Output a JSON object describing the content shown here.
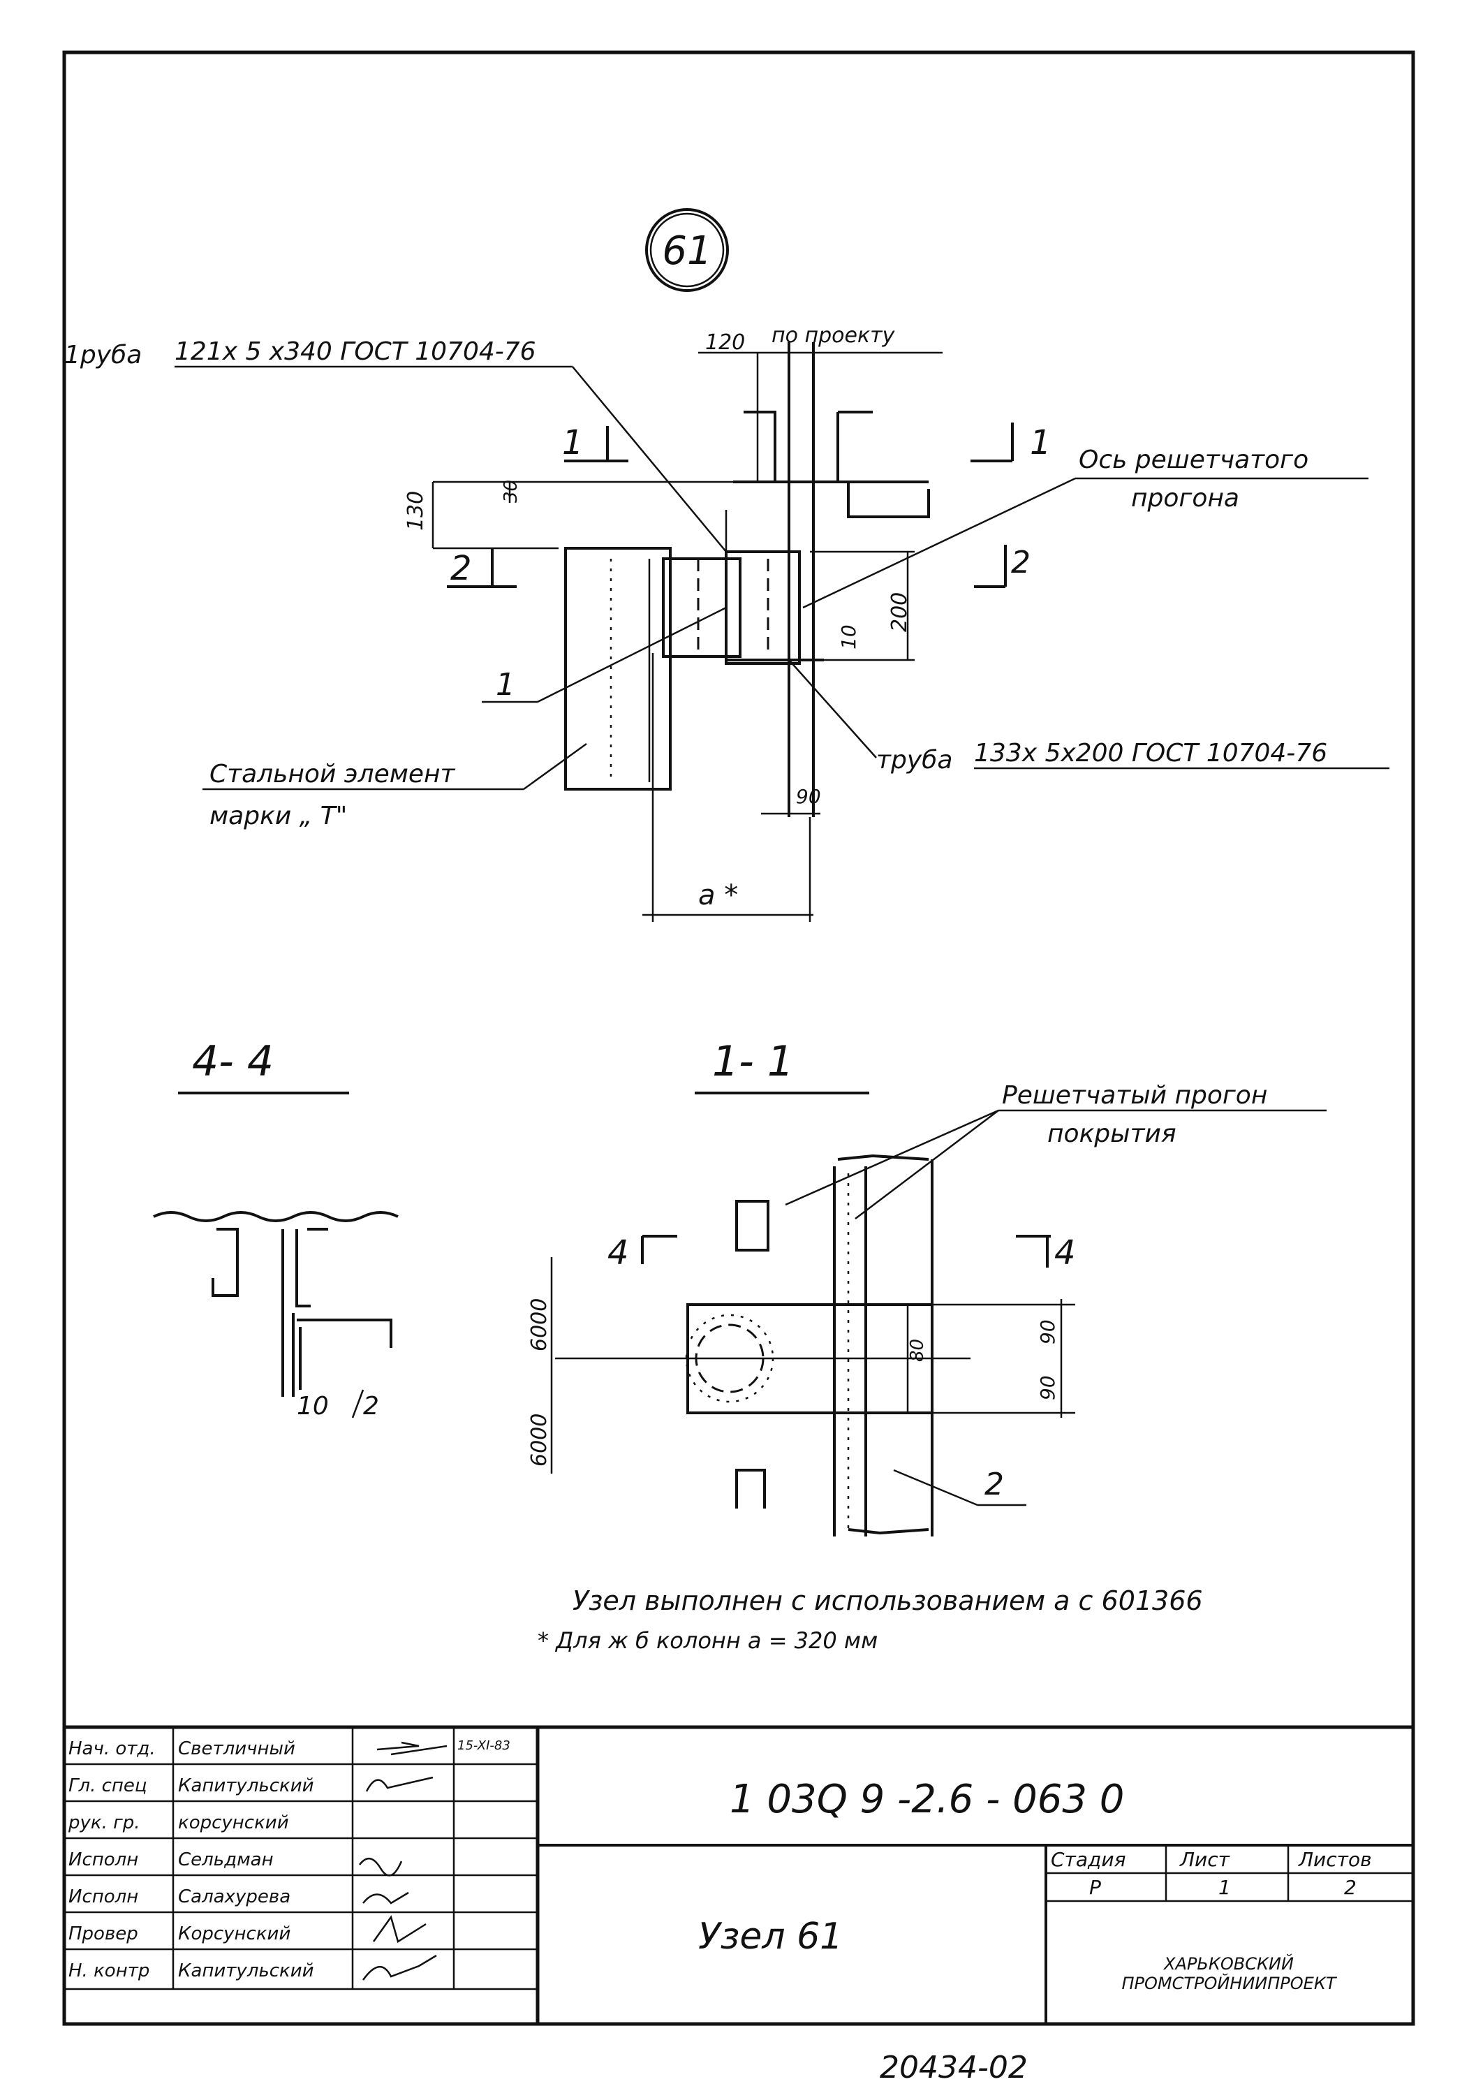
{
  "drawing": {
    "node_number": "61",
    "callouts": {
      "pipe_top_prefix": "1руба",
      "pipe_top_spec": "121х 5 х340 ГОСТ 10704-76",
      "pipe_bottom_prefix": "труба",
      "pipe_bottom_spec": "133х 5х200 ГОСТ 10704-76",
      "axis_line1": "Ось решетчатого",
      "axis_line2": "прогона",
      "steel_line1": "Стальной элемент",
      "steel_line2": "марки „ Т\"",
      "purlin_line1": "Решетчатый прогон",
      "purlin_line2": "покрытия"
    },
    "dimensions": {
      "d120": "120",
      "per_project": "по проекту",
      "d130": "130",
      "d30": "30",
      "d200": "200",
      "d10a": "10",
      "d90a": "90",
      "a_star": "а *",
      "d6000a": "6000",
      "d6000b": "6000",
      "d90b": "90",
      "d90c": "90",
      "d80": "80",
      "d10b": "10"
    },
    "section_marks": {
      "m1_left": "1",
      "m1_right": "1",
      "m2_left": "2",
      "m2_right": "2",
      "m4_left": "4",
      "m4_right": "4",
      "pos1": "1",
      "pos2_small": "2",
      "pos2": "2"
    },
    "section_titles": {
      "s44": "4- 4",
      "s11": "1- 1"
    },
    "notes": {
      "line1": "Узел выполнен с использованием а с 601366",
      "line2": "* Для ж б колонн    а = 320 мм"
    }
  },
  "title_block": {
    "signatures": [
      {
        "role": "Нач. отд.",
        "name": "Светличный",
        "date": "15-XI-83"
      },
      {
        "role": "Гл. спец",
        "name": "Капитульский",
        "date": ""
      },
      {
        "role": "рук. гр.",
        "name": "корсунский",
        "date": ""
      },
      {
        "role": "Исполн",
        "name": "Сельдман",
        "date": ""
      },
      {
        "role": "Исполн",
        "name": "Салахурева",
        "date": ""
      },
      {
        "role": "Провер",
        "name": "Корсунский",
        "date": ""
      },
      {
        "role": "Н. контр",
        "name": "Капитульский",
        "date": ""
      }
    ],
    "code": "1 03Q 9 -2.6 - 063 0",
    "title": "Узел 61",
    "stage_label": "Стадия",
    "sheet_label": "Лист",
    "sheets_label": "Листов",
    "stage_value": "Р",
    "sheet_value": "1",
    "sheets_value": "2",
    "org_line1": "ХАРЬКОВСКИЙ",
    "org_line2": "ПРОМСТРОЙНИИПРОЕКТ"
  },
  "footer_number": "20434-02"
}
